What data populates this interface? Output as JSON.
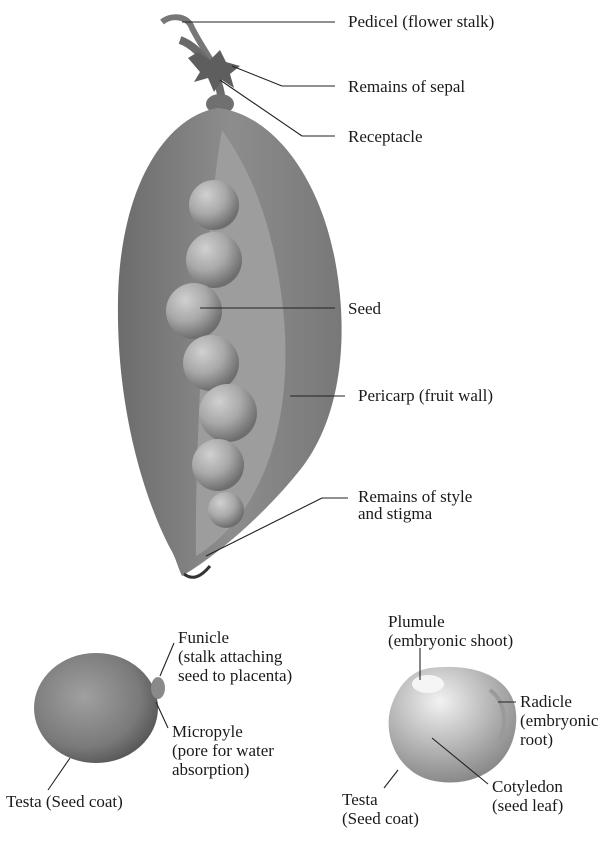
{
  "pod_labels": {
    "pedicel": "Pedicel (flower stalk)",
    "sepal": "Remains of sepal",
    "receptacle": "Receptacle",
    "seed": "Seed",
    "pericarp": "Pericarp (fruit wall)",
    "style_line1": "Remains of style",
    "style_line2": "and stigma"
  },
  "seed_exterior_labels": {
    "funicle_line1": "Funicle",
    "funicle_line2": "(stalk attaching",
    "funicle_line3": "seed to placenta)",
    "micropyle_line1": "Micropyle",
    "micropyle_line2": "(pore for water",
    "micropyle_line3": "absorption)",
    "testa": "Testa (Seed coat)"
  },
  "seed_interior_labels": {
    "plumule_line1": "Plumule",
    "plumule_line2": "(embryonic shoot)",
    "radicle_line1": "Radicle",
    "radicle_line2": "(embryonic",
    "radicle_line3": "root)",
    "testa_line1": "Testa",
    "testa_line2": "(Seed coat)",
    "cotyledon_line1": "Cotyledon",
    "cotyledon_line2": "(seed leaf)"
  },
  "colors": {
    "pod_shell": "#7e7e7e",
    "pod_inner": "#9a9a9a",
    "pea": "#a6a6a6",
    "pea_highlight": "#d0d0d0",
    "seed_dark": "#6f6f6f",
    "seed_light": "#b4b4b4",
    "line": "#222222"
  }
}
